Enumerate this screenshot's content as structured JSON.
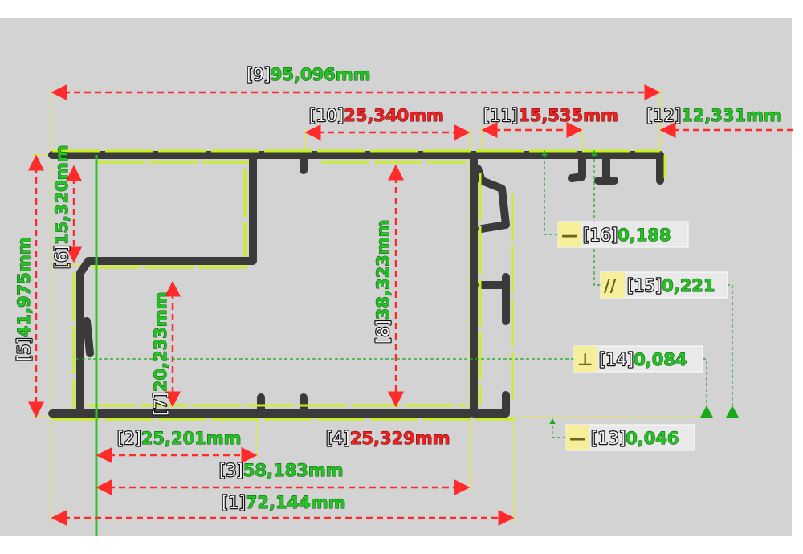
{
  "colors": {
    "pass": "#22c322",
    "fail": "#f02020",
    "profile": "#3a3a3a",
    "edge": "#c8f020",
    "dimension_line": "#ff2a2a"
  },
  "dimensions": [
    {
      "index": "[1]",
      "value": "72,144mm",
      "status": "pass"
    },
    {
      "index": "[2]",
      "value": "25,201mm",
      "status": "pass"
    },
    {
      "index": "[3]",
      "value": "58,183mm",
      "status": "pass"
    },
    {
      "index": "[4]",
      "value": "25,329mm",
      "status": "fail"
    },
    {
      "index": "[5]",
      "value": "41,975mm",
      "status": "pass"
    },
    {
      "index": "[6]",
      "value": "15,320mm",
      "status": "pass"
    },
    {
      "index": "[7]",
      "value": "20,233mm",
      "status": "pass"
    },
    {
      "index": "[8]",
      "value": "38,323mm",
      "status": "pass"
    },
    {
      "index": "[9]",
      "value": "95,096mm",
      "status": "pass"
    },
    {
      "index": "[10]",
      "value": "25,340mm",
      "status": "fail"
    },
    {
      "index": "[11]",
      "value": "15,535mm",
      "status": "fail"
    },
    {
      "index": "[12]",
      "value": "12,331mm",
      "status": "pass"
    }
  ],
  "tolerances": [
    {
      "symbol": "—",
      "symbol_name": "straightness-icon",
      "index": "[13]",
      "value": "0,046",
      "status": "pass"
    },
    {
      "symbol": "⊥",
      "symbol_name": "perpendicularity-icon",
      "index": "[14]",
      "value": "0,084",
      "status": "pass"
    },
    {
      "symbol": "//",
      "symbol_name": "parallelism-icon",
      "index": "[15]",
      "value": "0,221",
      "status": "pass"
    },
    {
      "symbol": "—",
      "symbol_name": "straightness-icon",
      "index": "[16]",
      "value": "0,188",
      "status": "pass"
    }
  ]
}
